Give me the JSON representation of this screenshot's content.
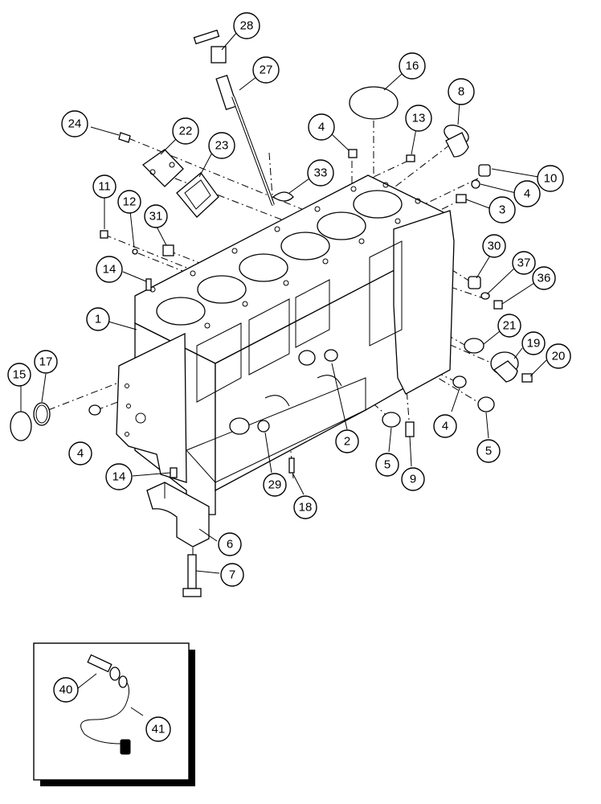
{
  "callouts": [
    {
      "id": "c28",
      "label": "28"
    },
    {
      "id": "c27",
      "label": "27"
    },
    {
      "id": "c16",
      "label": "16"
    },
    {
      "id": "c8",
      "label": "8"
    },
    {
      "id": "c24",
      "label": "24"
    },
    {
      "id": "c22",
      "label": "22"
    },
    {
      "id": "c23",
      "label": "23"
    },
    {
      "id": "c4a",
      "label": "4"
    },
    {
      "id": "c13",
      "label": "13"
    },
    {
      "id": "c33",
      "label": "33"
    },
    {
      "id": "c10",
      "label": "10"
    },
    {
      "id": "c4b",
      "label": "4"
    },
    {
      "id": "c3",
      "label": "3"
    },
    {
      "id": "c11",
      "label": "11"
    },
    {
      "id": "c12",
      "label": "12"
    },
    {
      "id": "c31",
      "label": "31"
    },
    {
      "id": "c30",
      "label": "30"
    },
    {
      "id": "c37",
      "label": "37"
    },
    {
      "id": "c36",
      "label": "36"
    },
    {
      "id": "c14a",
      "label": "14"
    },
    {
      "id": "c1",
      "label": "1"
    },
    {
      "id": "c21",
      "label": "21"
    },
    {
      "id": "c19",
      "label": "19"
    },
    {
      "id": "c20",
      "label": "20"
    },
    {
      "id": "c17",
      "label": "17"
    },
    {
      "id": "c15",
      "label": "15"
    },
    {
      "id": "c2",
      "label": "2"
    },
    {
      "id": "c4c",
      "label": "4"
    },
    {
      "id": "c5a",
      "label": "5"
    },
    {
      "id": "c4d",
      "label": "4"
    },
    {
      "id": "c5b",
      "label": "5"
    },
    {
      "id": "c9",
      "label": "9"
    },
    {
      "id": "c29",
      "label": "29"
    },
    {
      "id": "c14b",
      "label": "14"
    },
    {
      "id": "c18",
      "label": "18"
    },
    {
      "id": "c6",
      "label": "6"
    },
    {
      "id": "c7",
      "label": "7"
    },
    {
      "id": "c40",
      "label": "40"
    },
    {
      "id": "c41",
      "label": "41"
    }
  ]
}
